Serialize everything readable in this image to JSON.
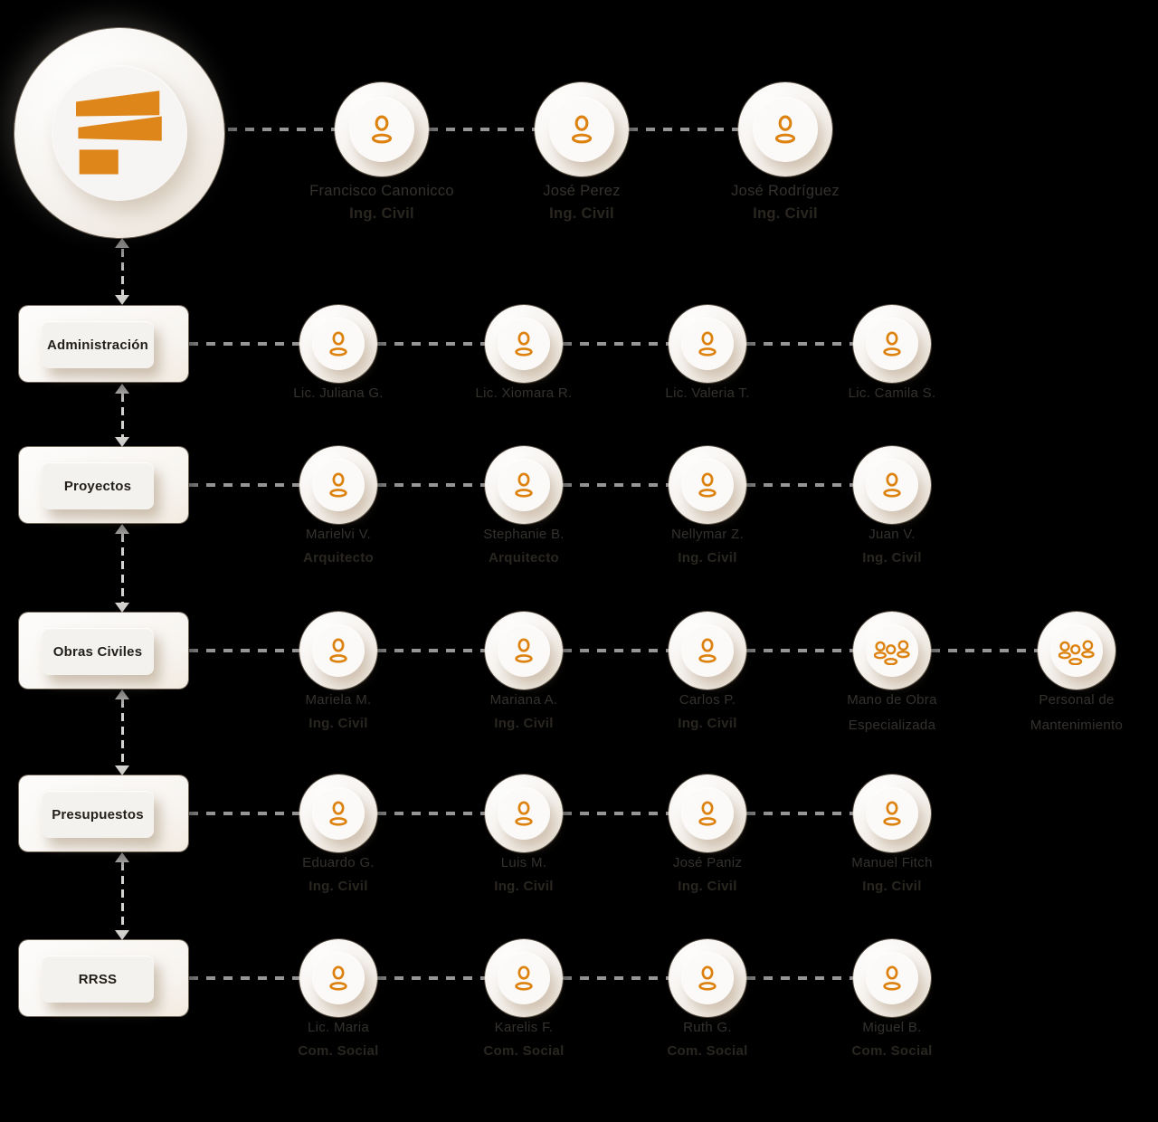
{
  "colors": {
    "background": "#000000",
    "accent_orange": "#DF861B",
    "icon_orange": "#DD820F",
    "connector_horizontal": "#969696",
    "connector_vertical": "#D5D3D0",
    "node_fill": "#F7F5F2",
    "text_primary": "#35322E"
  },
  "icons": {
    "logo": "company-logo-bars",
    "person": "person-icon",
    "team": "people-group-icon"
  },
  "top_row": {
    "people": [
      {
        "line1": "Francisco Canonicco",
        "line2": "Ing. Civil"
      },
      {
        "line1": "José Perez",
        "line2": "Ing. Civil"
      },
      {
        "line1": "José Rodríguez",
        "line2": "Ing. Civil"
      }
    ]
  },
  "rows": [
    {
      "label": "Administración",
      "people": [
        {
          "line1": "Lic. Juliana G."
        },
        {
          "line1": "Lic. Xiomara R."
        },
        {
          "line1": "Lic. Valeria T."
        },
        {
          "line1": "Lic. Camila S."
        }
      ]
    },
    {
      "label": "Proyectos",
      "people": [
        {
          "line1": "Marielvi V.",
          "line2": "Arquitecto"
        },
        {
          "line1": "Stephanie B.",
          "line2": "Arquitecto"
        },
        {
          "line1": "Nellymar Z.",
          "line2": "Ing. Civil"
        },
        {
          "line1": "Juan V.",
          "line2": "Ing. Civil"
        }
      ]
    },
    {
      "label": "Obras Civiles",
      "people": [
        {
          "line1": "Mariela M.",
          "line2": "Ing. Civil"
        },
        {
          "line1": "Mariana A.",
          "line2": "Ing. Civil"
        },
        {
          "line1": "Carlos P.",
          "line2": "Ing. Civil"
        },
        {
          "line1": "Mano de Obra",
          "line2": "Especializada",
          "icon": "people-group-icon"
        },
        {
          "line1": "Personal de",
          "line2": "Mantenimiento",
          "icon": "people-group-icon"
        }
      ]
    },
    {
      "label": "Presupuestos",
      "people": [
        {
          "line1": "Eduardo G.",
          "line2": "Ing. Civil"
        },
        {
          "line1": "Luis M.",
          "line2": "Ing. Civil"
        },
        {
          "line1": "José Paniz",
          "line2": "Ing. Civil"
        },
        {
          "line1": "Manuel Fitch",
          "line2": "Ing. Civil"
        }
      ]
    },
    {
      "label": "RRSS",
      "people": [
        {
          "line1": "Lic. Maria",
          "line2": "Com. Social"
        },
        {
          "line1": "Karelis F.",
          "line2": "Com. Social"
        },
        {
          "line1": "Ruth G.",
          "line2": "Com. Social"
        },
        {
          "line1": "Miguel B.",
          "line2": "Com. Social"
        }
      ]
    }
  ]
}
